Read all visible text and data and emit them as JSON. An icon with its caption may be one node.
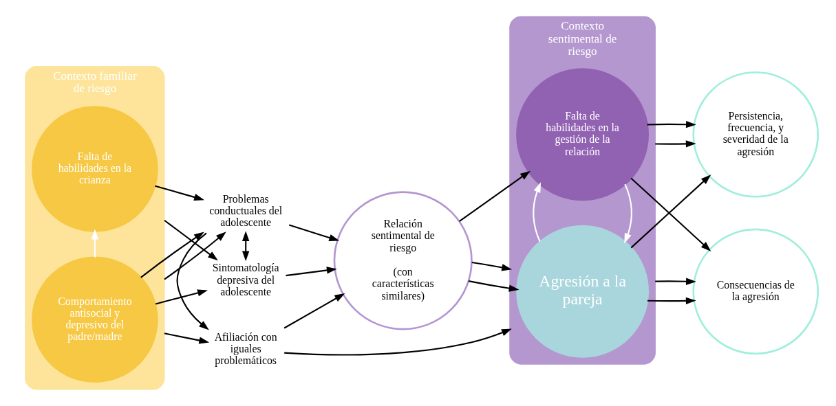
{
  "diagram": {
    "nodes": [
      {
        "text": [
          "Contexto familiar de riesgo"
        ]
      },
      {
        "text": [
          "Falta de habilidades en la crianza"
        ],
        "in": 0
      },
      {
        "text": [
          "Comportamiento antisocial y depresivo del padre/madre"
        ],
        "in": 0
      },
      {
        "text": [
          "Afiliación con iguales problemáticos"
        ]
      },
      {
        "text": [
          "Problemas conductuales del adolescente"
        ]
      },
      {
        "text": [
          "Sintomatología depresiva del adolescente"
        ]
      },
      {
        "text": [
          "Relación sentimental de riesgo",
          "(con características similares)"
        ]
      },
      {
        "text": [
          "Contexto sentimental de riesgo"
        ]
      },
      {
        "text": [
          "Agresión a la pareja"
        ],
        "in": 7
      },
      {
        "text": [
          "Falta de habilidades en la gestión de la relación"
        ],
        "in": 7
      },
      {
        "text": [
          "Persistencia, frecuencia, y severidad de la agresión"
        ]
      },
      {
        "text": [
          "Consecuencias de la agresión"
        ]
      }
    ],
    "edges": [
      {
        "from": 2,
        "to": 1,
        "arrow": "to",
        "color": "#ffffff"
      },
      {
        "from": 0,
        "to": 3,
        "arrow": "to"
      },
      {
        "from": 1,
        "to": 4,
        "arrow": "to"
      },
      {
        "from": 0,
        "to": 4,
        "arrow": "to"
      },
      {
        "from": 2,
        "to": 4,
        "arrow": "to"
      },
      {
        "from": 2,
        "to": 5,
        "arrow": "to"
      },
      {
        "from": 0,
        "to": 5,
        "arrow": "to"
      },
      {
        "from": 4,
        "to": 3,
        "arrow": "to"
      },
      {
        "from": 4,
        "to": 5,
        "arrow": "both"
      },
      {
        "from": 3,
        "to": 6,
        "arrow": "to"
      },
      {
        "from": 4,
        "to": 6,
        "arrow": "to"
      },
      {
        "from": 5,
        "to": 6,
        "arrow": "to"
      },
      {
        "from": 3,
        "to": 7,
        "arrow": "to"
      },
      {
        "from": 6,
        "to": 8,
        "arrow": "to"
      },
      {
        "from": 6,
        "to": 7,
        "arrow": "to"
      },
      {
        "from": 6,
        "to": 9,
        "arrow": "to"
      },
      {
        "from": 9,
        "to": 8,
        "arrow": "to",
        "color": "#ffffff"
      },
      {
        "from": 8,
        "to": 9,
        "arrow": "to",
        "color": "#ffffff"
      },
      {
        "from": 8,
        "to": 10,
        "arrow": "to"
      },
      {
        "from": 7,
        "to": 10,
        "arrow": "to"
      },
      {
        "from": 8,
        "to": 11,
        "arrow": "to"
      },
      {
        "from": 9,
        "to": 10,
        "arrow": "to"
      },
      {
        "from": 7,
        "to": 11,
        "arrow": "to"
      },
      {
        "from": 9,
        "to": 11,
        "arrow": "to"
      }
    ]
  }
}
